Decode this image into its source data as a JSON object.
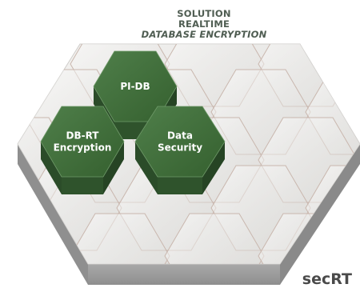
{
  "title": {
    "line1": "SOLUTION",
    "line2": "REALTIME",
    "line3": "DATABASE ENCRYPTION"
  },
  "modules": [
    {
      "label": "PI-DB"
    },
    {
      "label": "DB-RT\nEncryption"
    },
    {
      "label": "Data\nSecurity"
    }
  ],
  "platform": {
    "label": "secRT"
  },
  "colors": {
    "module_fill": "#3f6b3c",
    "module_side": "#2b4c29",
    "platform_top": "#e9e8e6",
    "platform_side": "#9b9b9b",
    "title": "#4f5d52"
  }
}
